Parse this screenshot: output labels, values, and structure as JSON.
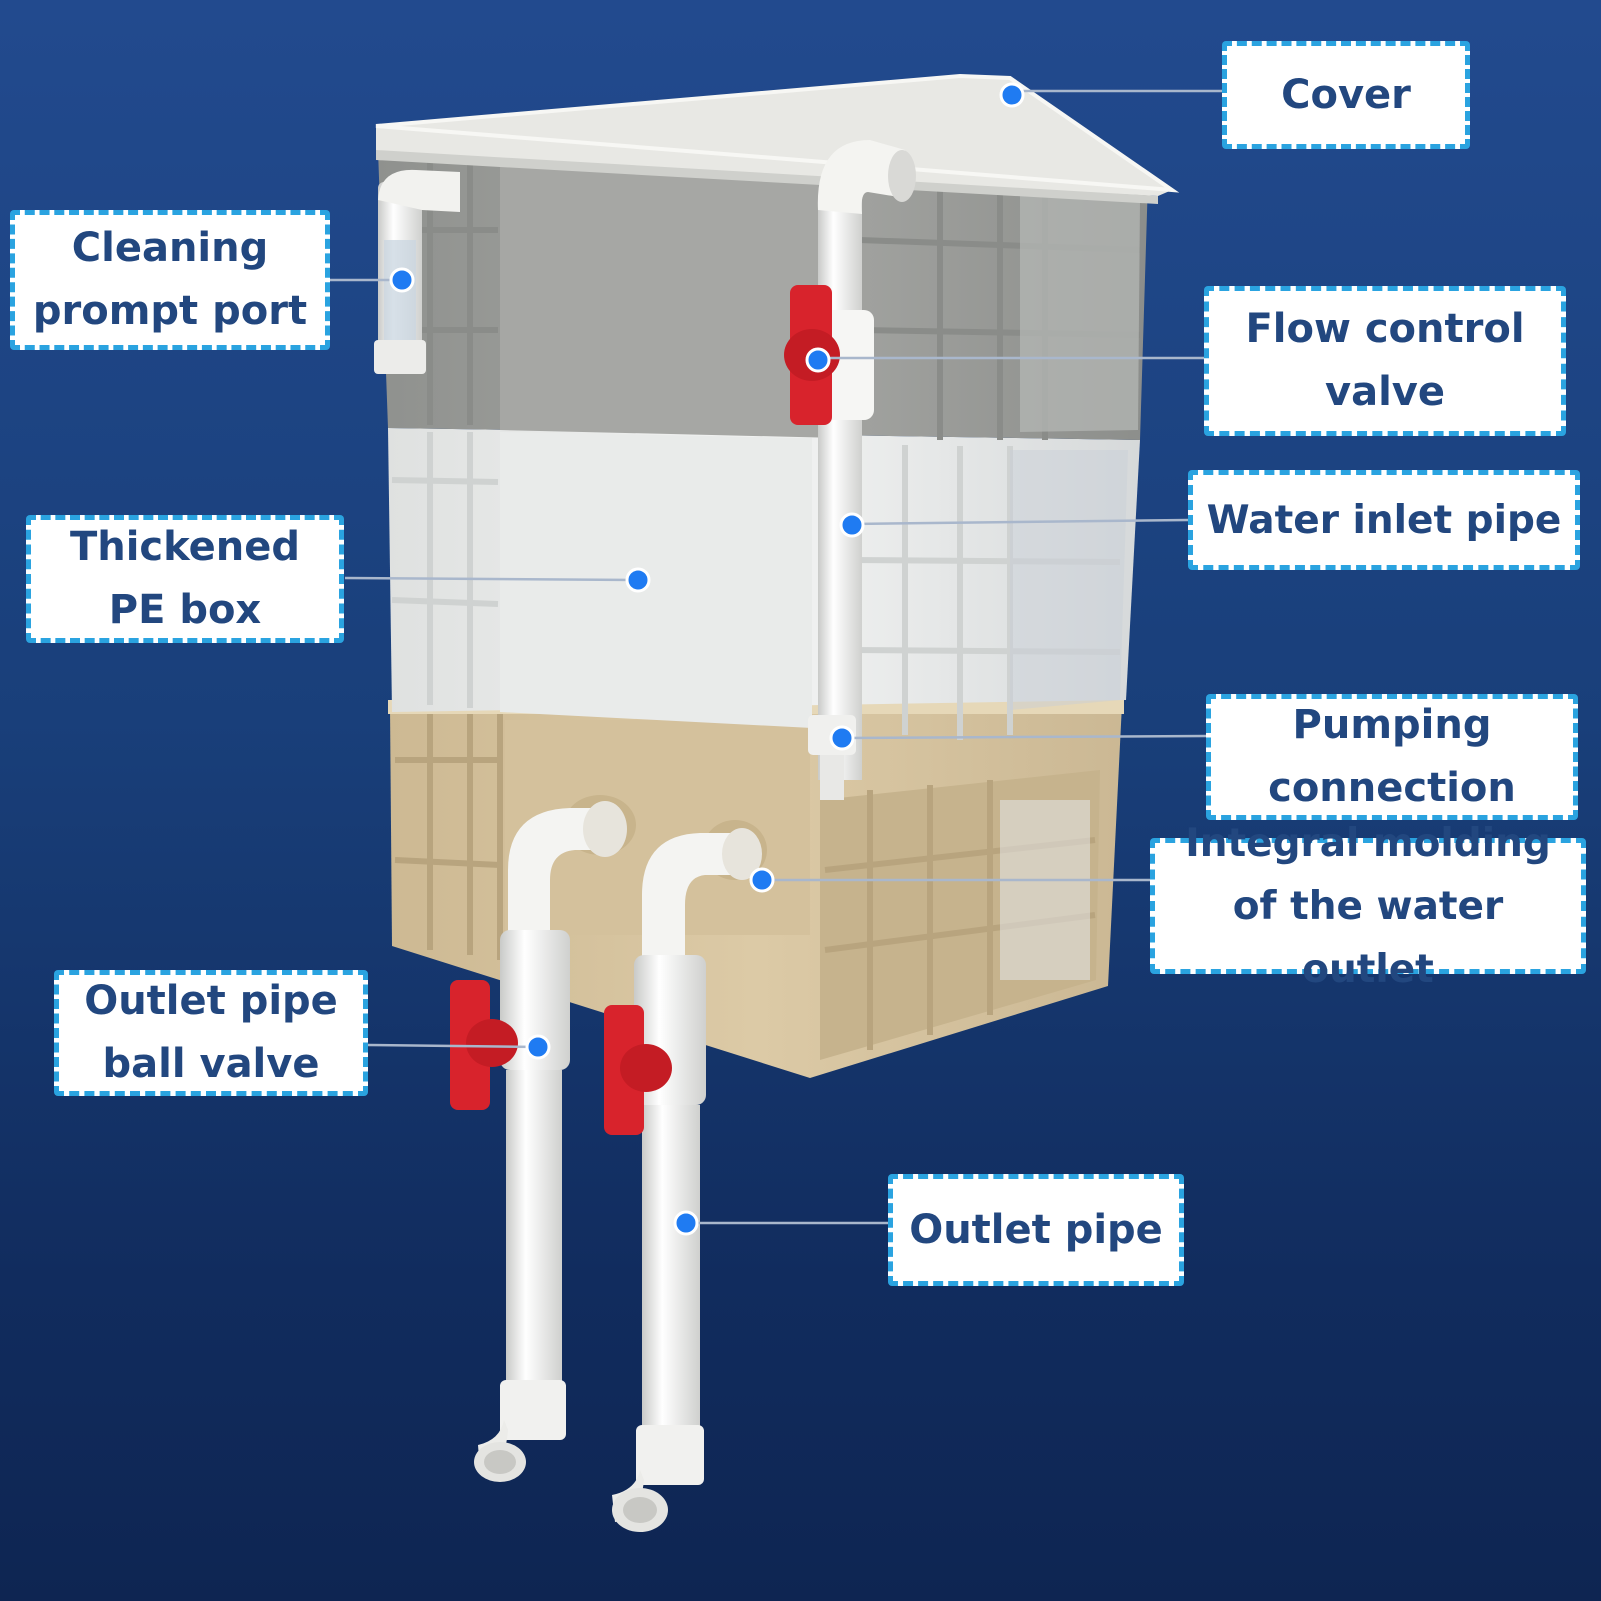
{
  "diagram": {
    "colors": {
      "background_top": "#224a8e",
      "background_bottom": "#0e2552",
      "label_text": "#22477f",
      "label_border": "#2aa3e0",
      "marker_dot": "#1f7bf2",
      "leader_line": "#a9b7cc",
      "cover": "#ededea",
      "top_box": "#a2a3a0",
      "middle_box": "#f0f1ef",
      "bottom_box": "#d9c8a4",
      "pipe": "#f4f4f2",
      "valve_handle": "#d8232c"
    },
    "labels": {
      "cover": "Cover",
      "cleaning_prompt_port": "Cleaning prompt port",
      "flow_control_valve": "Flow control valve",
      "water_inlet_pipe": "Water inlet pipe",
      "thickened_pe_box": "Thickened PE box",
      "pumping_connection": "Pumping connection",
      "integral_molding": "Integral molding of the water outlet",
      "outlet_pipe_ball_valve": "Outlet pipe ball valve",
      "outlet_pipe": "Outlet pipe"
    }
  }
}
